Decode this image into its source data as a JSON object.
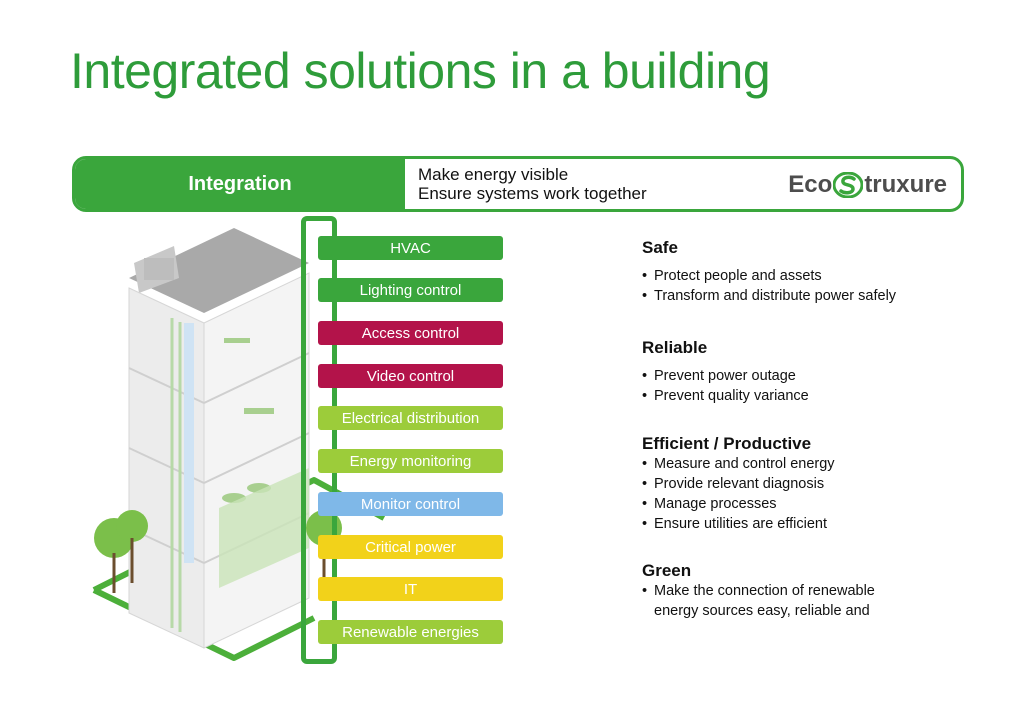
{
  "slide": {
    "title": "Integrated solutions in a building"
  },
  "banner": {
    "label": "Integration",
    "line1": "Make energy visible",
    "line2": "Ensure systems work together",
    "logo_prefix": "Eco",
    "logo_suffix": "truxure"
  },
  "tags": [
    {
      "label": "HVAC",
      "color": "#3aa63c"
    },
    {
      "label": "Lighting control",
      "color": "#3aa63c"
    },
    {
      "label": "Access control",
      "color": "#b3134a"
    },
    {
      "label": "Video control",
      "color": "#b3134a"
    },
    {
      "label": "Electrical distribution",
      "color": "#9ccc3a"
    },
    {
      "label": "Energy monitoring",
      "color": "#9ccc3a"
    },
    {
      "label": "Monitor control",
      "color": "#7fb8e8"
    },
    {
      "label": "Critical power",
      "color": "#f2d21a"
    },
    {
      "label": "IT",
      "color": "#f2d21a"
    },
    {
      "label": "Renewable energies",
      "color": "#9ccc3a"
    }
  ],
  "sections": {
    "safe": {
      "heading": "Safe",
      "items": [
        "Protect people and assets",
        "Transform and distribute power safely"
      ]
    },
    "reliable": {
      "heading": "Reliable",
      "items": [
        "Prevent power outage",
        "Prevent quality variance"
      ]
    },
    "efficient": {
      "heading": "Efficient / Productive",
      "items": [
        "Measure and control energy",
        "Provide relevant diagnosis",
        "Manage processes",
        "Ensure utilities are efficient"
      ]
    },
    "green": {
      "heading": "Green",
      "items": [
        "Make the connection of renewable",
        "energy sources easy, reliable and"
      ]
    }
  },
  "colors": {
    "accent_green": "#3aa63c",
    "title_green": "#2e9c3a"
  }
}
